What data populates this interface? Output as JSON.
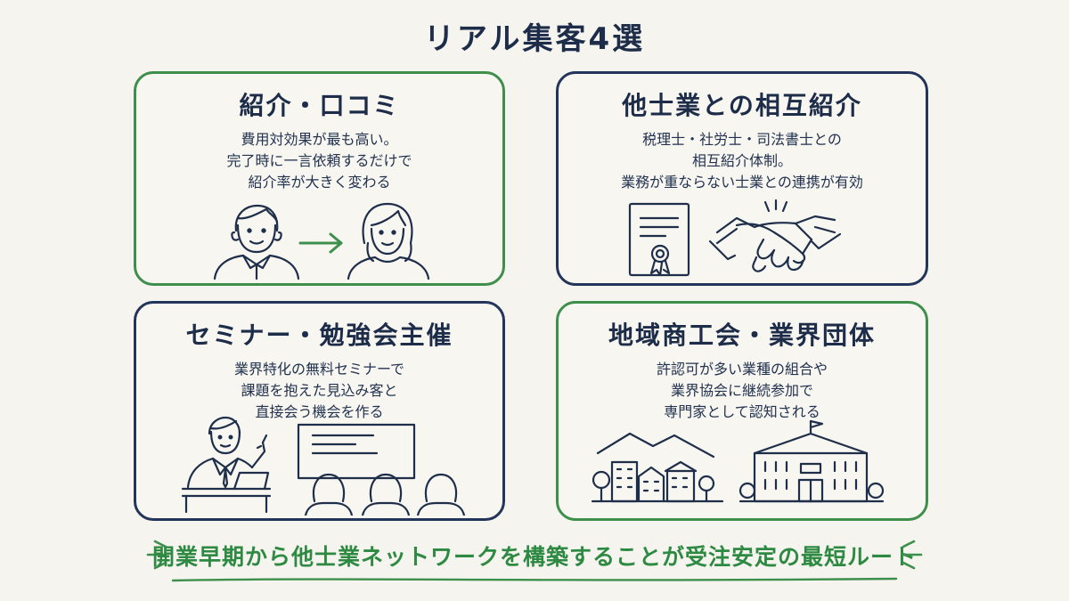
{
  "title": "リアル集客4選",
  "cards": [
    {
      "title": "紹介・口コミ",
      "lines": [
        "費用対効果が最も高い。",
        "完了時に一言依頼するだけで",
        "紹介率が大きく変わる"
      ]
    },
    {
      "title": "他士業との相互紹介",
      "lines": [
        "税理士・社労士・司法書士との",
        "相互紹介体制。",
        "業務が重ならない士業との連携が有効"
      ]
    },
    {
      "title": "セミナー・勉強会主催",
      "lines": [
        "業界特化の無料セミナーで",
        "課題を抱えた見込み客と",
        "直接会う機会を作る"
      ]
    },
    {
      "title": "地域商工会・業界団体",
      "lines": [
        "許認可が多い業種の組合や",
        "業界協会に継続参加で",
        "専門家として認知される"
      ]
    }
  ],
  "footer": "開業早期から他士業ネットワークを構築することが受注安定の最短ルート",
  "colors": {
    "green": "#3e8f4b",
    "navy": "#23355a",
    "text": "#1d2c48",
    "background": "#f5f4ef"
  }
}
